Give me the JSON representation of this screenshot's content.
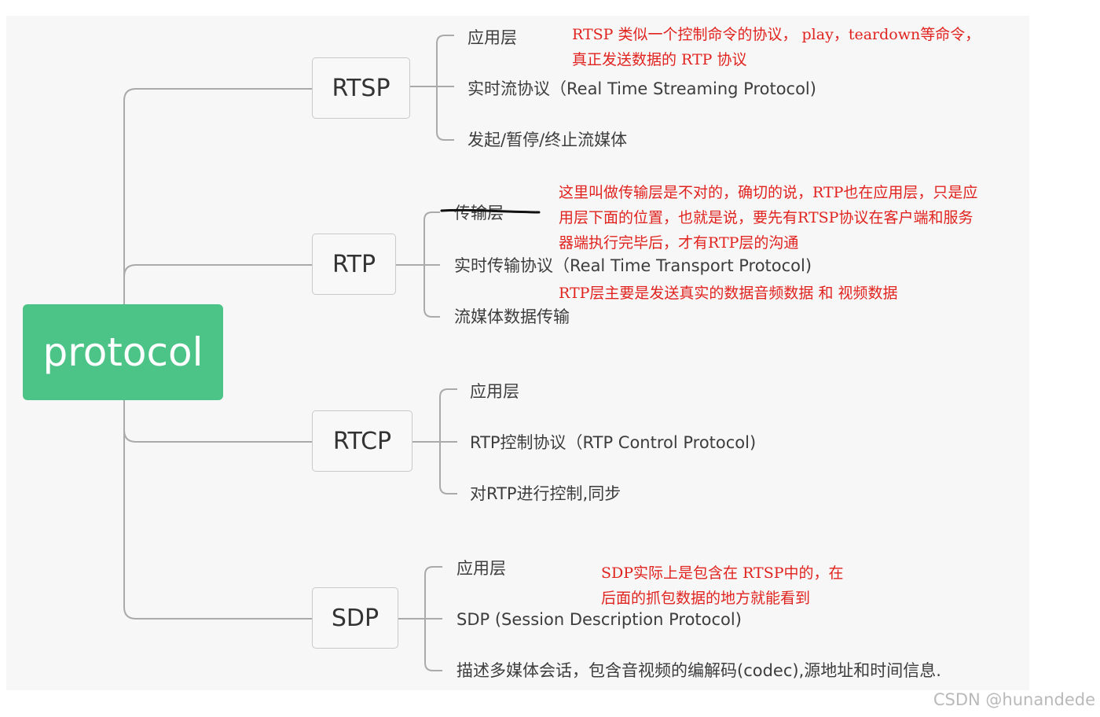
{
  "root": {
    "label": "protocol"
  },
  "branches": [
    {
      "label": "RTSP",
      "leaves": [
        "应用层",
        "实时流协议（Real Time Streaming Protocol)",
        "发起/暂停/终止流媒体"
      ]
    },
    {
      "label": "RTP",
      "leaves": [
        "传输层",
        "实时传输协议（Real Time Transport Protocol)",
        "流媒体数据传输"
      ]
    },
    {
      "label": "RTCP",
      "leaves": [
        "应用层",
        "RTP控制协议（RTP Control Protocol)",
        "对RTP进行控制,同步"
      ]
    },
    {
      "label": "SDP",
      "leaves": [
        "应用层",
        "SDP (Session Description Protocol)",
        "描述多媒体会话，包含音视频的编解码(codec),源地址和时间信息."
      ]
    }
  ],
  "notes": {
    "rtsp": [
      "RTSP 类似一个控制命令的协议， play，teardown等命令，",
      "真正发送数据的 RTP 协议"
    ],
    "rtp_layer": [
      "这里叫做传输层是不对的，确切的说，RTP也在应用层，只是应",
      "用层下面的位置，也就是说，要先有RTSP协议在客户端和服务",
      "器端执行完毕后，才有RTP层的沟通"
    ],
    "rtp_data": [
      "RTP层主要是发送真实的数据音频数据 和  视频数据"
    ],
    "sdp": [
      "SDP实际上是包含在 RTSP中的，在",
      "后面的抓包数据的地方就能看到"
    ]
  },
  "watermark": "CSDN @hunandede",
  "colors": {
    "root_fill": "#4cc488",
    "note_text": "#e0231f",
    "connector": "#aaaaaa"
  }
}
